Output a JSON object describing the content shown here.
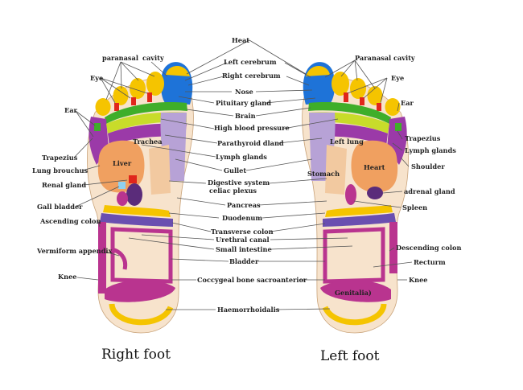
{
  "captions": {
    "right_foot": "Right foot",
    "left_foot": "Left foot"
  },
  "center": {
    "heat": "Heat",
    "left_cerebrum": "Left cerebrum",
    "right_cerebrum": "Right cerebrum",
    "nose": "Nose",
    "pituitary_gland": "Pituitary gland",
    "brain": "Brain",
    "high_blood_pressure": "High blood pressure",
    "parathyroid": "Parathyroid dland",
    "lymph_glands": "Lymph glands",
    "gullet": "Gullet",
    "digestive_1": "Digestive system",
    "digestive_2": "celiac plexus",
    "pancreas": "Pancreas",
    "duodenum": "Duodenum",
    "transverse_colon": "Transverse colon",
    "urethral_canal": "Urethral canal",
    "small_intestine": "Small intestine",
    "bladder": "Bladder",
    "coccygeal": "Coccygeal bone sacroanterior",
    "haemorrhoidalis": "Haemorrhoidalis"
  },
  "right_side_labels": {
    "paranasal": "paranasal",
    "cavity": "cavity",
    "eye": "Eye",
    "ear": "Ear",
    "trapezius": "Trapezius",
    "lung_brouchus": "Lung brouchus",
    "renal_gland": "Renal gland",
    "gall_bladder": "Gall bladder",
    "ascending_colon": "Ascending colon",
    "vermiform": "Vermiform appendix",
    "knee": "Knee",
    "trachea": "Trachea",
    "liver": "Liver"
  },
  "left_side_labels": {
    "paranasal_cavity": "Paranasal cavity",
    "eye": "Eye",
    "ear": "Ear",
    "trapezius": "Trapezius",
    "lymph_glands": "Lymph glands",
    "shoulder": "Shoulder",
    "adrenal_gland": "adrenal gland",
    "spleen": "Spleen",
    "descending_colon": "Descending colon",
    "recturm": "Recturm",
    "knee": "Knee",
    "left_lung": "Left lung",
    "heart": "Heart",
    "stomach": "Stomach",
    "genitalia": "Genitalia)"
  },
  "colors": {
    "skin": "#f7e3cc",
    "yellow": "#f5c400",
    "blue": "#1e73d8",
    "purple": "#9b3aa8",
    "lavender": "#b7a2d6",
    "green": "#3fae2a",
    "lime": "#c8dc2a",
    "red": "#e0261b",
    "orange": "#f0a060",
    "magenta": "#b9348f",
    "darkpurple": "#5a2c7a"
  }
}
